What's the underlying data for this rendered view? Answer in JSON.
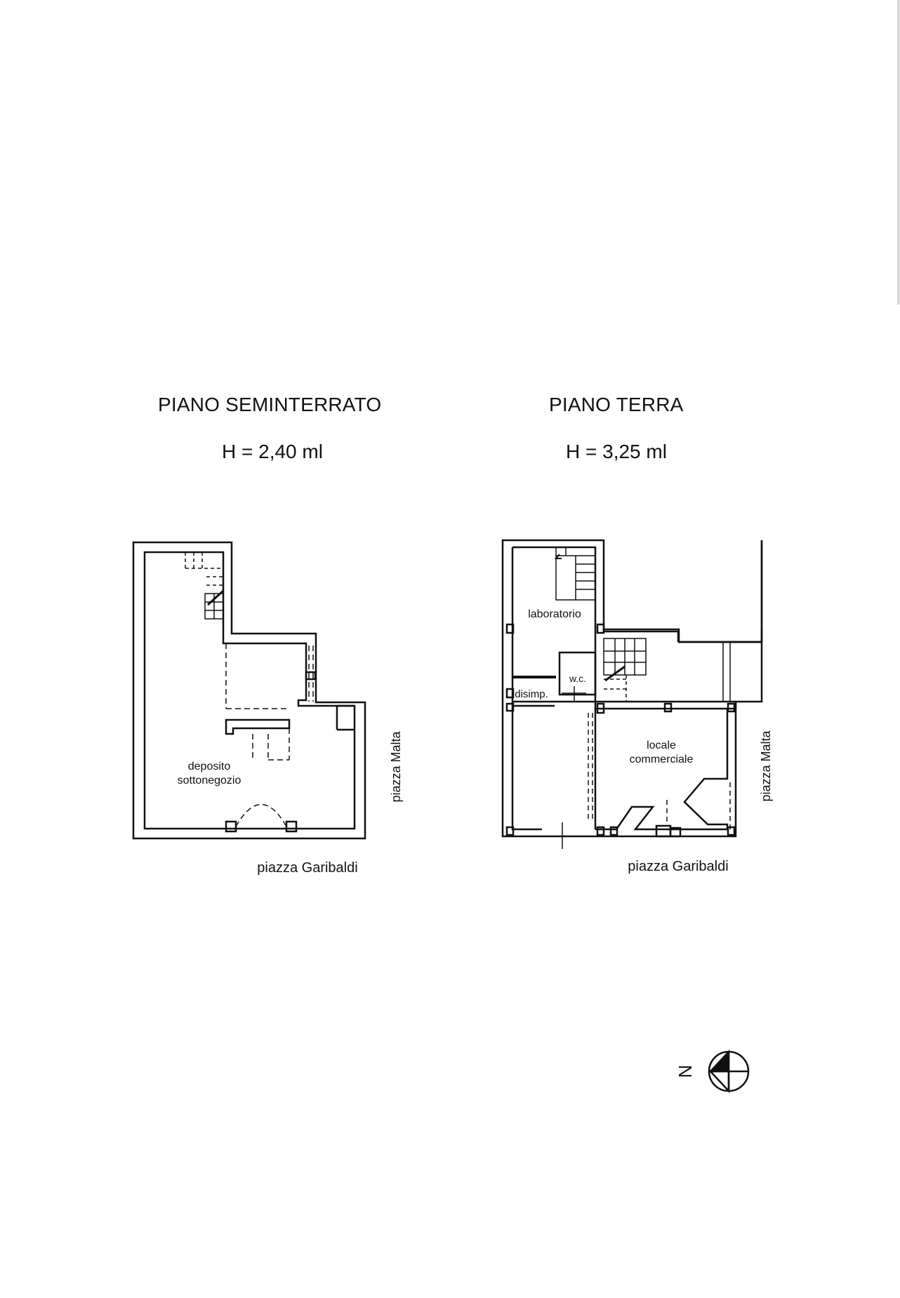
{
  "left_plan": {
    "title": "PIANO SEMINTERRATO",
    "height": "H = 2,40 ml",
    "room_label_line1": "deposito",
    "room_label_line2": "sottonegozio",
    "street_bottom": "piazza Garibaldi",
    "street_side": "piazza Malta"
  },
  "right_plan": {
    "title": "PIANO TERRA",
    "height": "H = 3,25 ml",
    "room_lab": "laboratorio",
    "room_wc": "w.c.",
    "room_disimp": "disimp.",
    "room_shop_line1": "locale",
    "room_shop_line2": "commerciale",
    "street_bottom": "piazza Garibaldi",
    "street_side": "piazza Malta"
  },
  "compass": {
    "letter": "N",
    "icon": "north-arrow-icon"
  }
}
